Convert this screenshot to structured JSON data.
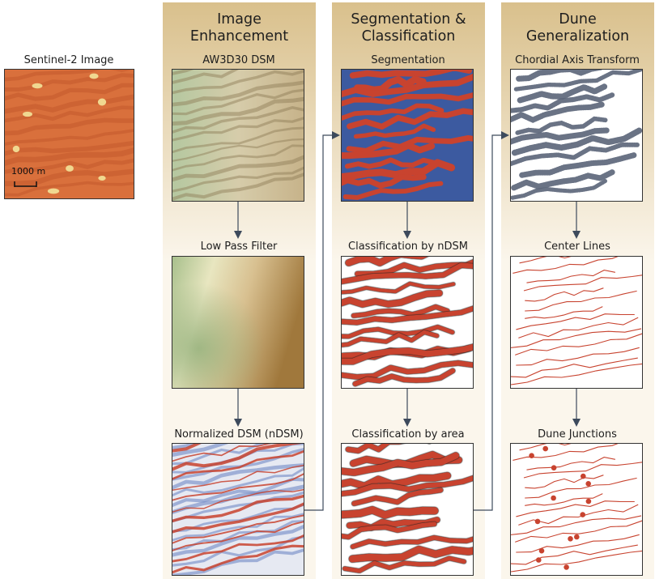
{
  "source": {
    "label": "Sentinel-2 Image",
    "scale_bar": "1000 m"
  },
  "columns": [
    {
      "title_line1": "Image",
      "title_line2": "Enhancement",
      "steps": [
        "AW3D30 DSM",
        "Low Pass Filter",
        "Normalized DSM (nDSM)"
      ]
    },
    {
      "title_line1": "Segmentation &",
      "title_line2": "Classification",
      "steps": [
        "Segmentation",
        "Classification by nDSM",
        "Classification by area"
      ]
    },
    {
      "title_line1": "Dune",
      "title_line2": "Generalization",
      "steps": [
        "Chordial Axis Transform",
        "Center Lines",
        "Dune Junctions"
      ]
    }
  ],
  "colors": {
    "column_gradient_top": "#d9c08c",
    "column_gradient_bottom": "#fbf6ec",
    "arrow": "#3d4a5c",
    "dune_red": "#c8432f",
    "segmentation_blue": "#3c5aa0",
    "sentinel_orange": "#d9703c",
    "dsm_tan": "#c8b48a",
    "lowpass_green": "#a8c08c",
    "lowpass_brown": "#a0783c"
  }
}
